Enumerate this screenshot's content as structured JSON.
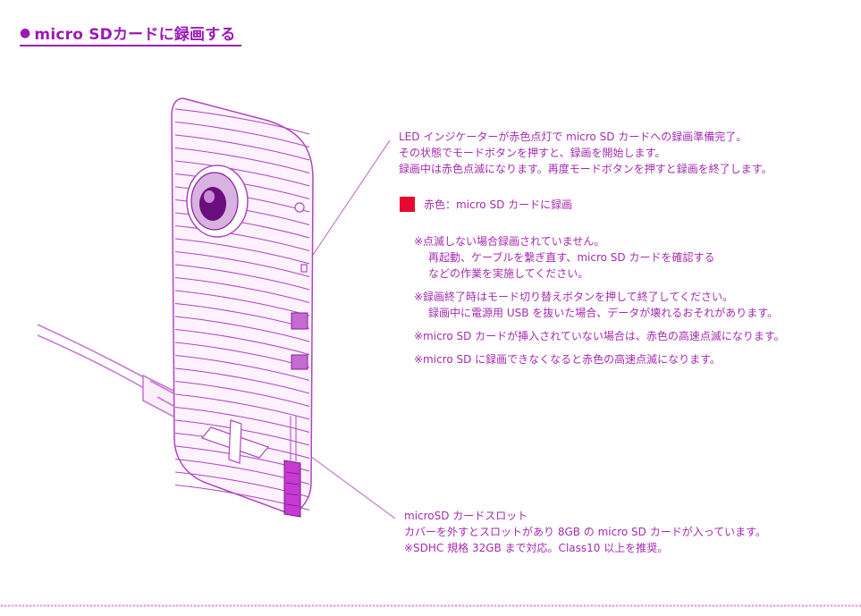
{
  "heading": {
    "bullet": "●",
    "title": "micro SDカードに録画する"
  },
  "main_description": [
    "LED インジケーターが赤色点灯で micro SD カードへの録画準備完了。",
    "その状態でモードボタンを押すと、録画を開始します。",
    "録画中は赤色点滅になります。再度モードボタンを押すと録画を終了します。"
  ],
  "legend": {
    "color": "#e8082f",
    "label": "赤色：micro SD カードに録画"
  },
  "notes": [
    {
      "lines": [
        "※点滅しない場合録画されていません。",
        "再起動、ケーブルを繋ぎ直す、micro SD カードを確認する",
        "などの作業を実施してください。"
      ]
    },
    {
      "lines": [
        "※録画終了時はモード切り替えボタンを押して終了してください。",
        "録画中に電源用 USB を抜いた場合、データが壊れるおそれがあります。"
      ]
    },
    {
      "lines": [
        "※micro SD カードが挿入されていない場合は、赤色の高速点滅になります。"
      ]
    },
    {
      "lines": [
        "※micro SD に録画できなくなると赤色の高速点滅になります。"
      ]
    }
  ],
  "slot_description": [
    "microSD カードスロット",
    "カバーを外すとスロットがあり 8GB の micro SD カードが入っています。",
    "※SDHC 規格 32GB まで対応。Class10 以上を推奨。"
  ],
  "colors": {
    "accent": "#9b1ab4",
    "text": "#a52bb0",
    "line": "#c87ad2",
    "led_red": "#e8082f",
    "dotted": "#e5a6e5"
  },
  "icons": {
    "device": "camera-device-illustration",
    "lens": "lens-icon",
    "cable": "usb-cable-icon",
    "card": "micro-sd-card-icon"
  }
}
